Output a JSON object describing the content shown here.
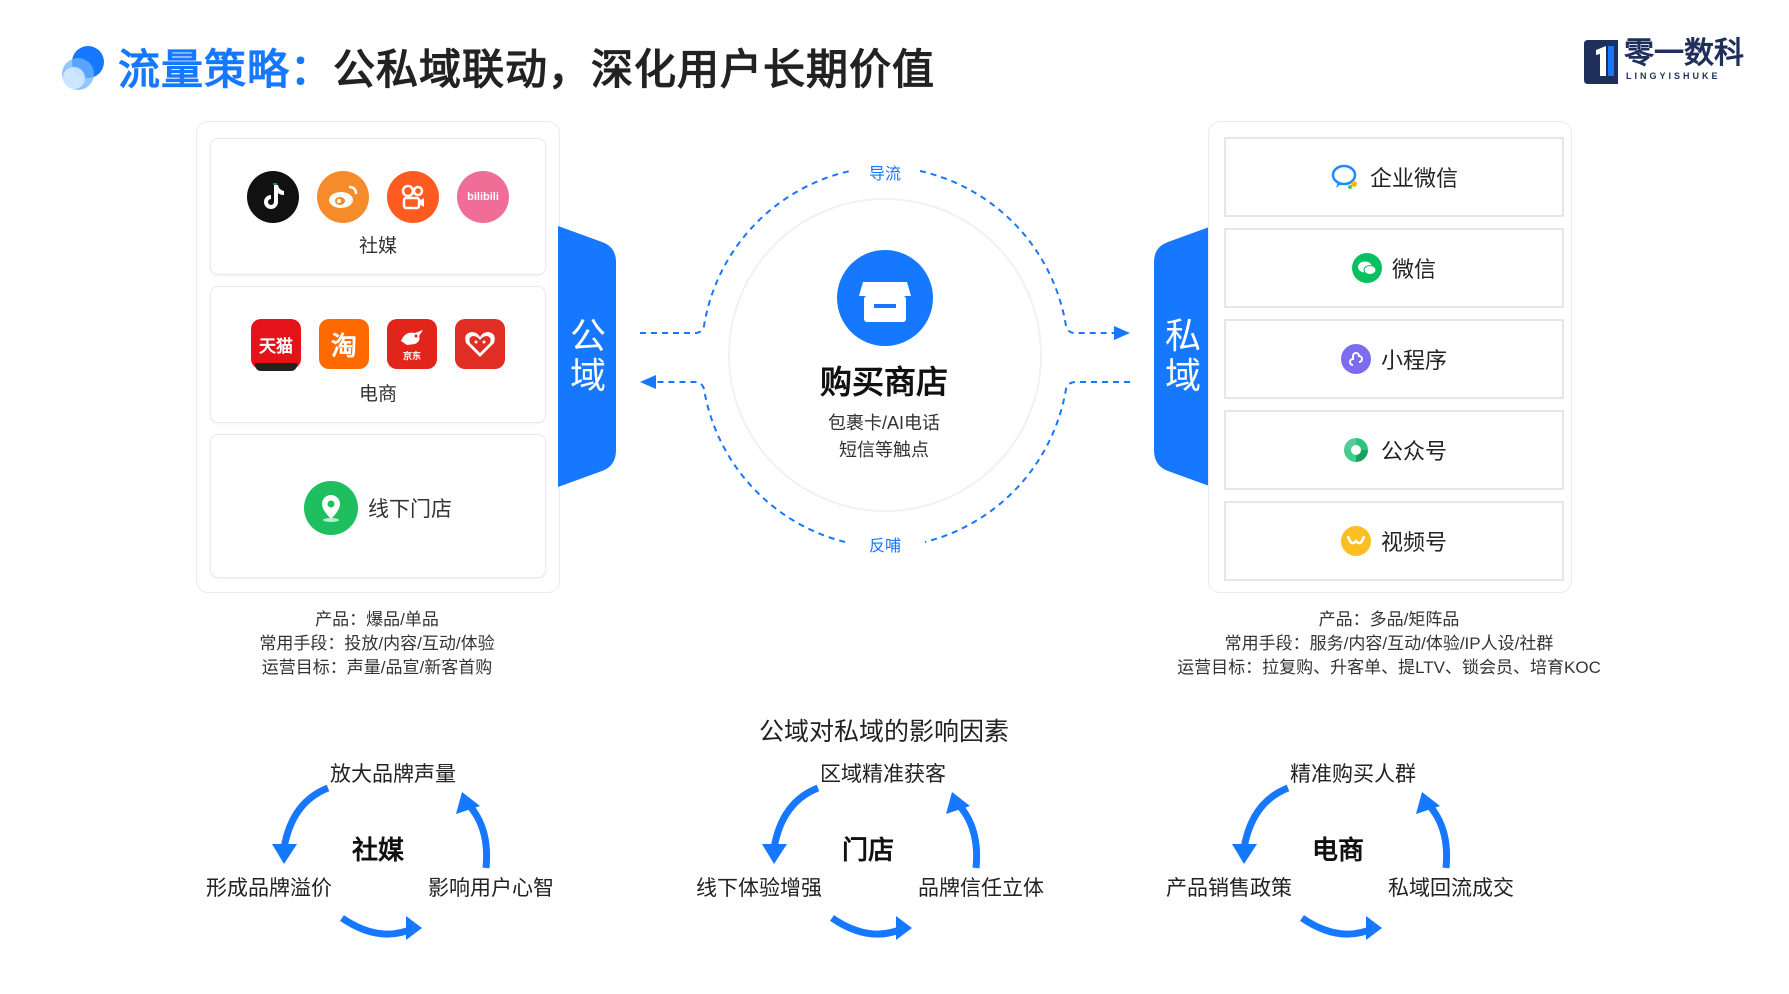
{
  "header": {
    "title_accent": "流量策略：",
    "title_main": "公私域联动，深化用户长期价值",
    "logo_cn": "零一数科",
    "logo_en": "LINGYISHUKE"
  },
  "public": {
    "tab_label": "公域",
    "social": {
      "label": "社媒",
      "icons": [
        "tiktok-icon",
        "weibo-icon",
        "kuaishou-icon",
        "bilibili-icon"
      ],
      "bili_text": "bilibili"
    },
    "ecommerce": {
      "label": "电商",
      "tmall_text": "天猫",
      "taobao_text": "淘",
      "jd_text": "京东",
      "icons": [
        "tmall-icon",
        "taobao-icon",
        "jd-icon",
        "pinduoduo-icon"
      ]
    },
    "offline": {
      "label": "线下门店"
    },
    "notes": [
      "产品：爆品/单品",
      "常用手段：投放/内容/互动/体验",
      "运营目标：声量/品宣/新客首购"
    ]
  },
  "center": {
    "title": "购买商店",
    "sub1": "包裹卡/AI电话",
    "sub2": "短信等触点",
    "flow_top": "导流",
    "flow_bottom": "反哺"
  },
  "private": {
    "tab_label": "私域",
    "items": [
      {
        "label": "企业微信",
        "icon": "wecom-icon"
      },
      {
        "label": "微信",
        "icon": "wechat-icon"
      },
      {
        "label": "小程序",
        "icon": "mini-program-icon"
      },
      {
        "label": "公众号",
        "icon": "official-account-icon"
      },
      {
        "label": "视频号",
        "icon": "channels-icon"
      }
    ],
    "notes": [
      "产品：多品/矩阵品",
      "常用手段：服务/内容/互动/体验/IP人设/社群",
      "运营目标：拉复购、升客单、提LTV、锁会员、培育KOC"
    ]
  },
  "factors": {
    "title": "公域对私域的影响因素",
    "cycles": [
      {
        "center": "社媒",
        "top": "放大品牌声量",
        "left": "形成品牌溢价",
        "right": "影响用户心智"
      },
      {
        "center": "门店",
        "top": "区域精准获客",
        "left": "线下体验增强",
        "right": "品牌信任立体"
      },
      {
        "center": "电商",
        "top": "精准购买人群",
        "left": "产品销售政策",
        "right": "私域回流成交"
      }
    ]
  },
  "colors": {
    "brand": "#1677ff",
    "dark": "#1f2f5c"
  }
}
